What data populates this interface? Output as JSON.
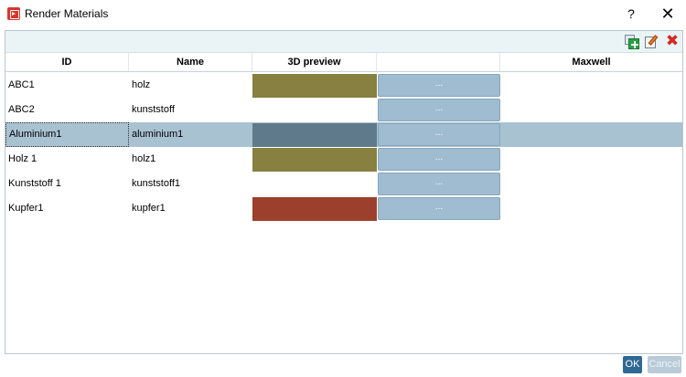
{
  "window": {
    "title": "Render Materials",
    "help_label": "?",
    "close_label": "✕"
  },
  "toolbar": {
    "add_icon": "add-material-icon",
    "edit_icon": "edit-material-icon",
    "delete_icon": "delete-icon",
    "delete_glyph": "✖"
  },
  "table": {
    "columns": [
      "ID",
      "Name",
      "3D preview",
      "",
      "Maxwell"
    ],
    "rows": [
      {
        "id": "ABC1",
        "name": "holz",
        "swatch": "#878040",
        "button": "...",
        "selected": false
      },
      {
        "id": "ABC2",
        "name": "kunststoff",
        "swatch": "",
        "button": "...",
        "selected": false
      },
      {
        "id": "Aluminium1",
        "name": "aluminium1",
        "swatch": "#5f7a8a",
        "button": "...",
        "selected": true
      },
      {
        "id": "Holz 1",
        "name": "holz1",
        "swatch": "#878040",
        "button": "...",
        "selected": false
      },
      {
        "id": "Kunststoff 1",
        "name": "kunststoff1",
        "swatch": "",
        "button": "...",
        "selected": false
      },
      {
        "id": "Kupfer1",
        "name": "kupfer1",
        "swatch": "#9c3f2c",
        "button": "...",
        "selected": false
      }
    ]
  },
  "footer": {
    "ok_label": "OK",
    "cancel_label": "Cancel"
  },
  "colors": {
    "selection": "#a9c2d2",
    "ok_button": "#2f6893",
    "cancel_button_disabled": "#b9cbd8",
    "ellipsis_button": "#9fbcd1"
  }
}
